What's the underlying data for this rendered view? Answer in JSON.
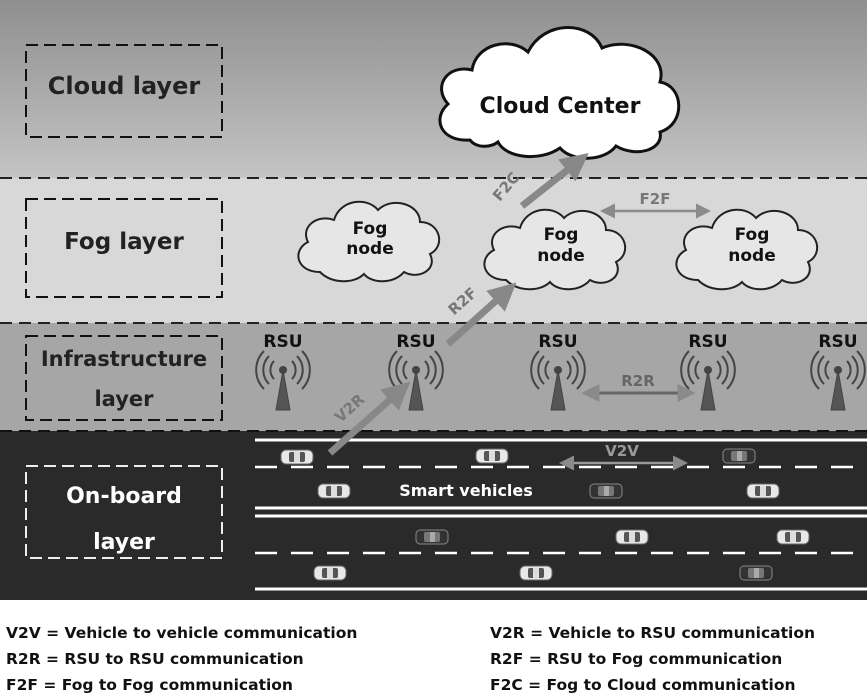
{
  "layers": {
    "cloud": "Cloud layer",
    "fog": "Fog layer",
    "infrastructure_1": "Infrastructure",
    "infrastructure_2": "layer",
    "onboard_1": "On-board",
    "onboard_2": "layer"
  },
  "cloud_center": "Cloud Center",
  "fog_nodes": [
    {
      "line1": "Fog",
      "line2": "node"
    },
    {
      "line1": "Fog",
      "line2": "node"
    },
    {
      "line1": "Fog",
      "line2": "node"
    }
  ],
  "rsu_label": "RSU",
  "links": {
    "v2r": "V2R",
    "r2f": "R2F",
    "f2c": "F2C",
    "f2f": "F2F",
    "r2r": "R2R",
    "v2v": "V2V"
  },
  "smart_vehicles": "Smart vehicles",
  "legend_left": [
    "V2V = Vehicle to vehicle communication",
    "R2R = RSU to RSU communication",
    "F2F = Fog to Fog communication"
  ],
  "legend_right": [
    "V2R = Vehicle to RSU communication",
    "R2F = RSU to Fog communication",
    "F2C = Fog to Cloud communication"
  ]
}
